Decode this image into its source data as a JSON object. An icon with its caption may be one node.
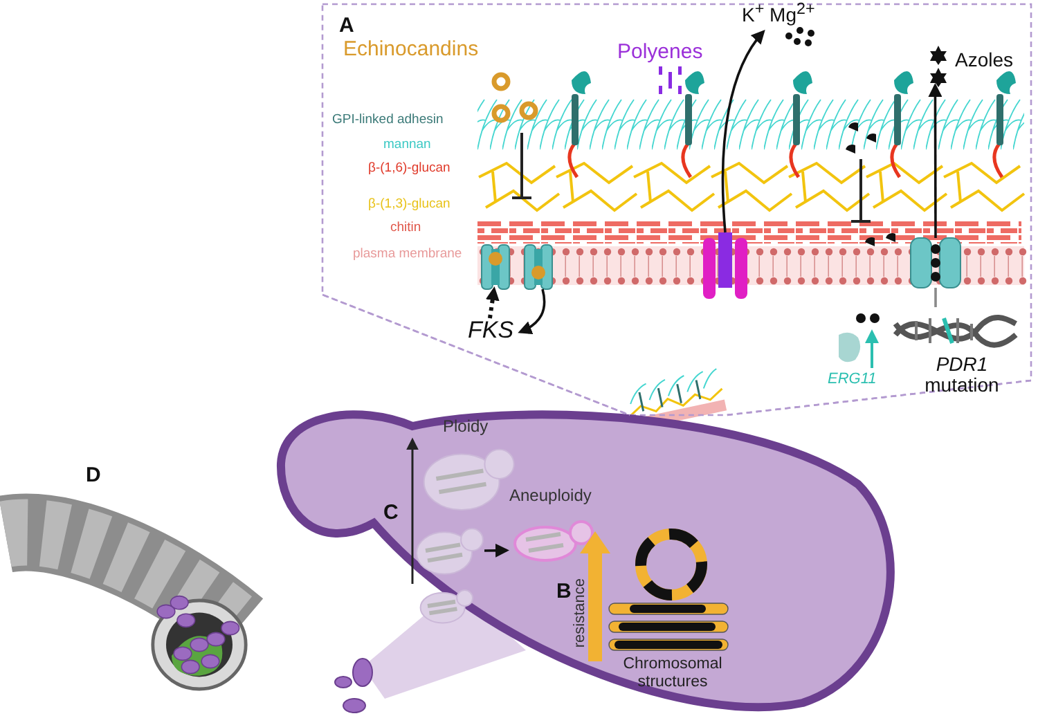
{
  "diagram": {
    "nodes": [
      {
        "text": [
          "A"
        ]
      },
      {
        "text": [
          "Echinocandins"
        ],
        "in": 0
      },
      {
        "text": [
          "Polyenes"
        ],
        "in": 0
      },
      {
        "text": [
          "K$^{+}$ Mg$^{2+}$"
        ],
        "in": 0
      },
      {
        "text": [
          "Azoles"
        ],
        "in": 0
      },
      {
        "text": [],
        "shape": "picture",
        "in": 0
      },
      {
        "text": [],
        "shape": "picture",
        "in": 0
      },
      {
        "text": [],
        "shape": "picture",
        "in": 0
      },
      {
        "text": [],
        "shape": "picture",
        "in": 0
      },
      {
        "text": [
          "FKS"
        ],
        "in": 0
      },
      {
        "text": [
          "*PDR1* mutation"
        ],
        "in": 0
      },
      {
        "text": [],
        "shape": "picture"
      },
      {
        "text": [],
        "shape": "picture",
        "in": 11
      },
      {
        "text": [],
        "shape": "picture",
        "in": 11
      },
      {
        "text": [],
        "shape": "picture",
        "in": 11
      },
      {
        "text": [
          "Aneuploidy"
        ],
        "in": 11
      },
      {
        "text": [],
        "shape": "picture"
      }
    ],
    "edges": [
      {
        "from": 9,
        "to": 5,
        "arrow": "to",
        "style": "dashed"
      },
      {
        "from": 6,
        "to": 9,
        "arrow": "to"
      },
      {
        "from": 7,
        "to": 3,
        "arrow": "to"
      },
      {
        "from": 8,
        "to": 4,
        "arrow": "to"
      },
      {
        "from": 8,
        "to": 10,
        "arrow": "none",
        "color": "#8a8a8a"
      },
      {
        "from": 13,
        "to": 15,
        "arrow": "to"
      }
    ],
    "labels": [
      "GPI-linked adhesin",
      "mannan",
      "β-(1,6)-glucan",
      "β-(1,3)-glucan",
      "chitin",
      "plasma membrane",
      "ERG11",
      "Ploidy",
      "C",
      "B",
      "resistance",
      "Chromosomal structures",
      "D"
    ]
  }
}
